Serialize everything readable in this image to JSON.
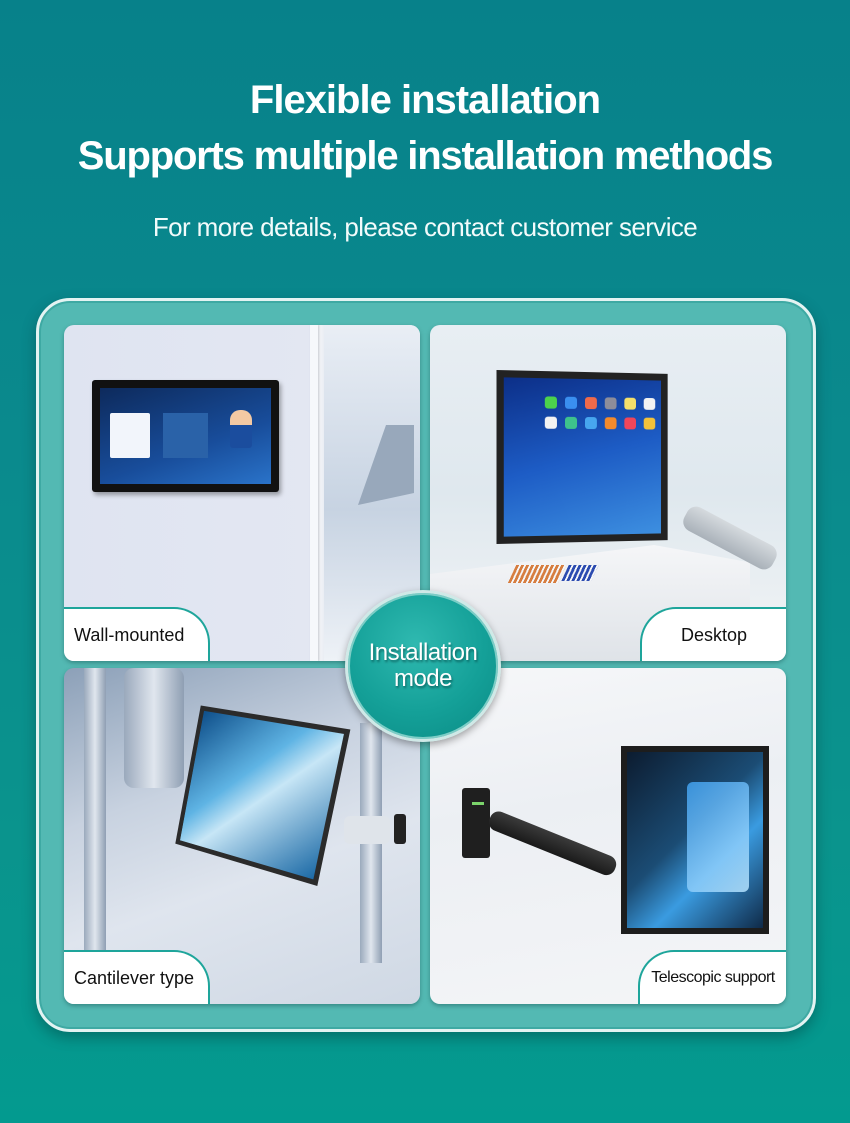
{
  "header": {
    "title_line1": "Flexible installation",
    "title_line2": "Supports multiple installation methods",
    "subtitle": "For more details, please contact customer service"
  },
  "center_badge": {
    "line1": "Installation",
    "line2": "mode"
  },
  "panels": [
    {
      "label": "Wall-mounted",
      "position": "top-left",
      "image": "wall-mounted-touchscreen-photo"
    },
    {
      "label": "Desktop",
      "position": "top-right",
      "image": "desktop-monitor-console-photo"
    },
    {
      "label": "Cantilever type",
      "position": "bottom-left",
      "image": "cantilever-pole-mount-photo"
    },
    {
      "label": "Telescopic support",
      "position": "bottom-right",
      "image": "telescopic-arm-mount-photo"
    }
  ],
  "colors": {
    "background_teal": "#0a8a8d",
    "frame_teal": "#53b9b3",
    "accent_border": "#1ea59b",
    "badge_teal": "#14a098",
    "label_bg": "#ffffff",
    "heading_text": "#ffffff"
  }
}
